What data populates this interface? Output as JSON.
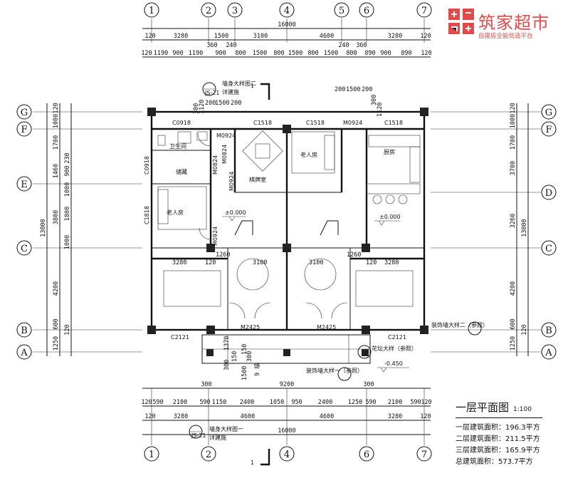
{
  "logo": {
    "title": "筑家超市",
    "subtitle": "自建房全能优选平台",
    "mark": "registered"
  },
  "legend": {
    "title": "一层平面图",
    "scale": "1:100",
    "areas": [
      "一层建筑面积：196.3平方",
      "二层建筑面积：211.5平方",
      "三层建筑面积：165.9平方",
      "总建筑面积：573.7平方"
    ]
  },
  "axes": {
    "top": [
      "1",
      "2",
      "3",
      "4",
      "5",
      "6",
      "7"
    ],
    "bottom": [
      "1",
      "2",
      "4",
      "6",
      "7"
    ],
    "left": [
      "G",
      "F",
      "E",
      "C",
      "B",
      "A"
    ],
    "right": [
      "G",
      "F",
      "D",
      "C",
      "B",
      "A"
    ]
  },
  "rooms": {
    "bathroom": "卫生间",
    "storage": "储藏",
    "elder_room_left": "老人房",
    "mahjong_room": "棋牌室",
    "elder_room_mid": "老人房",
    "kitchen": "厨房"
  },
  "levels": {
    "floor_left": "±0.000",
    "floor_right": "±0.000",
    "outdoor": "-0.450"
  },
  "openings": {
    "w_c0918_top": "C0918",
    "w_c0918_side": "C0918",
    "w_c1818": "C1818",
    "w_c1518_a": "C1518",
    "w_c1518_b": "C1518",
    "w_c1518_c": "C1518",
    "w_c2121_left": "C2121",
    "w_c2121_right": "C2121",
    "d_m0924_a": "M0924",
    "d_m0924_b": "M0924",
    "d_m0924_c": "M0924",
    "d_m0924_d": "M0924",
    "d_m0824_a": "M0824",
    "d_m0824_b": "M0824",
    "d_m2425_a": "M2425",
    "d_m2425_b": "M2425"
  },
  "dims": {
    "top1": [
      "120",
      "3280",
      "1500",
      "3100",
      "4600",
      "3280",
      "120"
    ],
    "top_total": "16000",
    "top_mid": [
      "360",
      "240",
      "240",
      "360"
    ],
    "top2": [
      "120",
      "1190",
      "900",
      "1190",
      "900",
      "800",
      "1500",
      "800",
      "1500",
      "800",
      "1500",
      "800",
      "890",
      "900",
      "890",
      "120"
    ],
    "upper_mid": [
      "200",
      "1500",
      "200",
      "200",
      "1500",
      "200",
      "300",
      "1120",
      "300",
      "1120"
    ],
    "bottom1": [
      "120",
      "590",
      "2100",
      "590",
      "1150",
      "2400",
      "1050",
      "950",
      "2400",
      "1250",
      "590",
      "2100",
      "590",
      "120"
    ],
    "bottom_mid": "9200",
    "bottom_300a": "300",
    "bottom_300b": "300",
    "bottom2": [
      "120",
      "3280",
      "4600",
      "4600",
      "3280",
      "120"
    ],
    "bottom_total": "16000",
    "left_outer": [
      "120",
      "1000",
      "1700",
      "230",
      "1460",
      "900",
      "1000",
      "3800",
      "1000",
      "4200",
      "1800",
      "600",
      "120",
      "1250"
    ],
    "left_total": "13000",
    "right_outer": [
      "120",
      "1000",
      "1700",
      "3700",
      "3260",
      "4200",
      "600",
      "120",
      "1250"
    ],
    "right_total": "13000",
    "inner": [
      "1260",
      "1260",
      "3280",
      "3280",
      "120",
      "120",
      "3100",
      "3100",
      "1370",
      "150",
      "300",
      "1500",
      "300",
      "150"
    ],
    "steps": "9 级"
  },
  "notes": {
    "detail1": "墙身大样图二",
    "detail1b": "详建施",
    "detail2": "墙身大样图一",
    "detail2b": "详建施",
    "detail3": "装饰墙大样一（参照）",
    "detail4": "装饰墙大样二（参照）",
    "detail5": "花坛大样（参照）",
    "ref": "JS-21",
    "section": "1"
  }
}
